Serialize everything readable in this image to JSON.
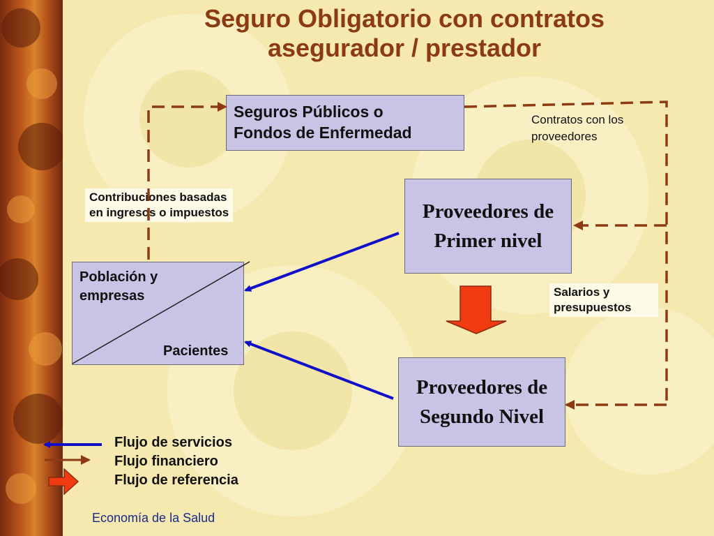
{
  "title_line1": "Seguro Obligatorio con contratos",
  "title_line2": "asegurador / prestador",
  "boxes": {
    "fondos_line1": "Seguros Públicos o",
    "fondos_line2": "Fondos de Enfermedad",
    "primer_line1": "Proveedores de",
    "primer_line2": "Primer nivel",
    "segundo_line1": "Proveedores de",
    "segundo_line2": "Segundo Nivel",
    "poblacion_line1": "Población y",
    "poblacion_line2": "empresas",
    "pacientes": "Pacientes"
  },
  "labels": {
    "contribuciones_line1": "Contribuciones basadas",
    "contribuciones_line2": "en ingresos o impuestos",
    "contratos_line1": "Contratos con los",
    "contratos_line2": "proveedores",
    "salarios_line1": "Salarios y",
    "salarios_line2": "presupuestos"
  },
  "legend": {
    "servicios": "Flujo de servicios",
    "financiero": "Flujo financiero",
    "referencia": "Flujo de referencia"
  },
  "colors": {
    "title": "#8b3a12",
    "box_fill": "#c9c3e6",
    "service_arrow": "#1010c8",
    "financial_arrow": "#8b3a12",
    "referral_arrow": "#f03a10"
  },
  "footer": "Economía de la Salud"
}
